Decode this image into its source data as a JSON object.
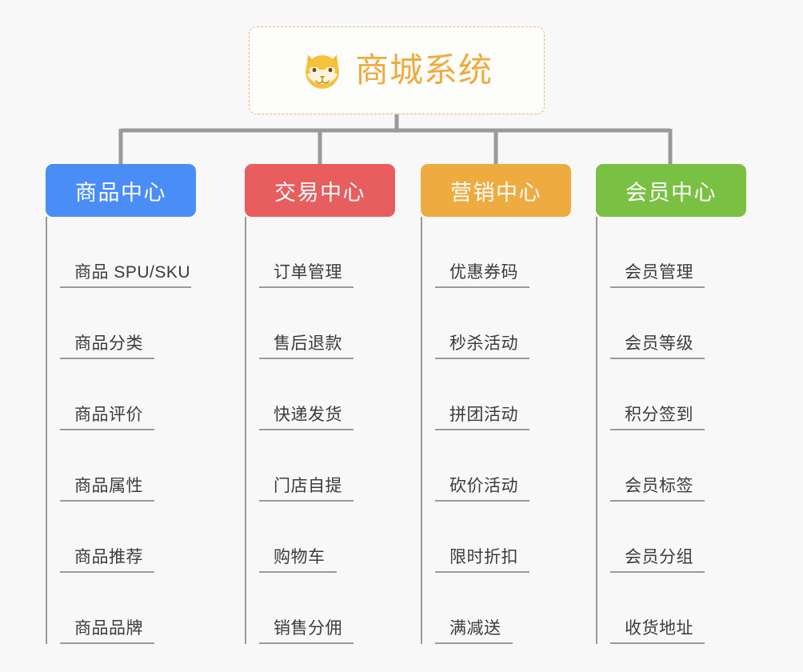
{
  "root": {
    "title": "商城系统",
    "icon": "dog-face-emoji",
    "accent_color": "#eeab3f",
    "border_color": "#e6b96a"
  },
  "background_color": "#f8f8f8",
  "connector_color": "#9a9a9a",
  "columns": [
    {
      "id": "product-center",
      "title": "商品中心",
      "color": "#4a8df6",
      "items": [
        "商品 SPU/SKU",
        "商品分类",
        "商品评价",
        "商品属性",
        "商品推荐",
        "商品品牌"
      ]
    },
    {
      "id": "trade-center",
      "title": "交易中心",
      "color": "#e85d5d",
      "items": [
        "订单管理",
        "售后退款",
        "快递发货",
        "门店自提",
        "购物车",
        "销售分佣"
      ]
    },
    {
      "id": "marketing-center",
      "title": "营销中心",
      "color": "#eeab3f",
      "items": [
        "优惠券码",
        "秒杀活动",
        "拼团活动",
        "砍价活动",
        "限时折扣",
        "满减送"
      ]
    },
    {
      "id": "member-center",
      "title": "会员中心",
      "color": "#7ac143",
      "items": [
        "会员管理",
        "会员等级",
        "积分签到",
        "会员标签",
        "会员分组",
        "收货地址"
      ]
    }
  ]
}
